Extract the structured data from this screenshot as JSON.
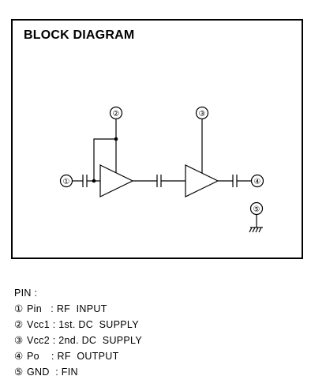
{
  "diagram": {
    "title": "BLOCK DIAGRAM",
    "node_labels": {
      "pin1": "①",
      "pin2": "②",
      "pin3": "③",
      "pin4": "④",
      "pin5": "⑤"
    }
  },
  "pin_list": {
    "heading": "PIN :",
    "items": [
      {
        "num": "①",
        "text": "Pin   : RF  INPUT"
      },
      {
        "num": "②",
        "text": "Vcc1 : 1st. DC  SUPPLY"
      },
      {
        "num": "③",
        "text": "Vcc2 : 2nd. DC  SUPPLY"
      },
      {
        "num": "④",
        "text": "Po    : RF  OUTPUT"
      },
      {
        "num": "⑤",
        "text": "GND  : FIN"
      }
    ]
  }
}
